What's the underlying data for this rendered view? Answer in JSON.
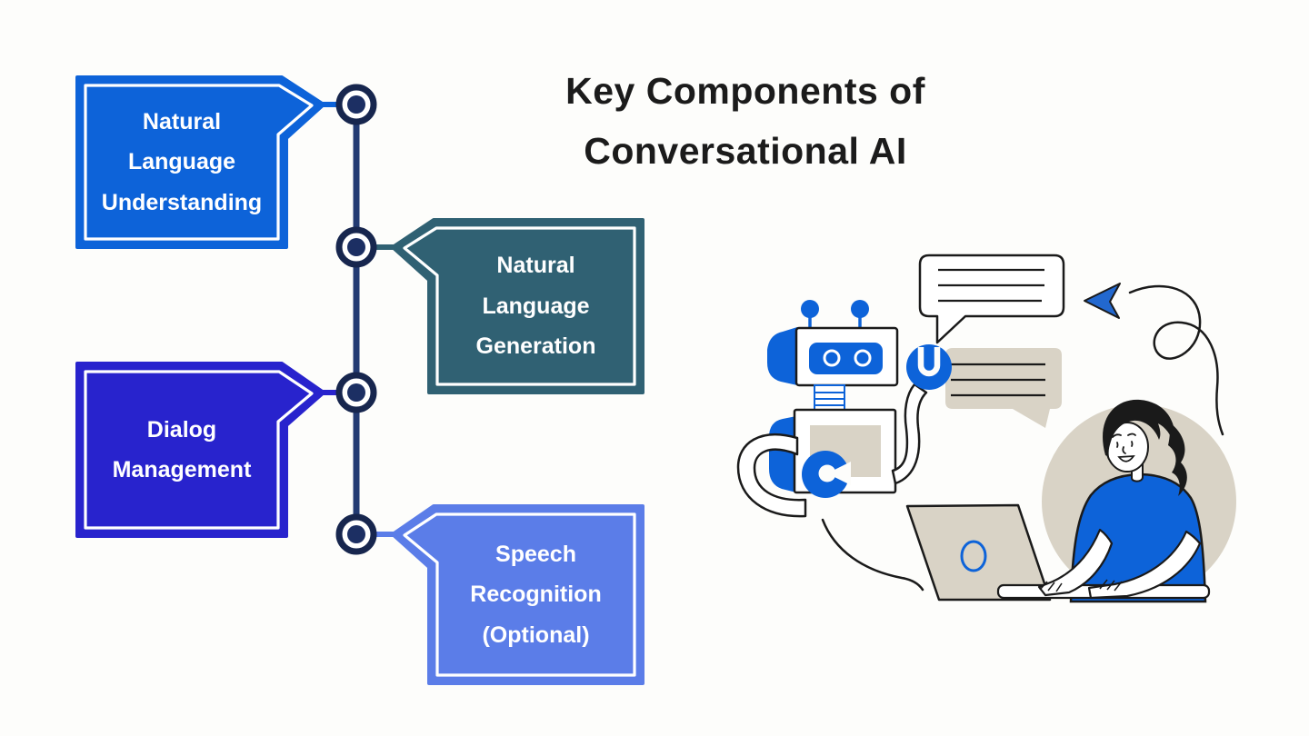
{
  "title": {
    "line1": "Key Components of",
    "line2": "Conversational AI"
  },
  "components": [
    {
      "label": "Natural Language Understanding",
      "color": "#0d63d9",
      "side": "left"
    },
    {
      "label": "Natural Language Generation",
      "color": "#306173",
      "side": "right"
    },
    {
      "label": "Dialog Management",
      "color": "#2823cd",
      "side": "left"
    },
    {
      "label": "Speech Recognition (Optional)",
      "color": "#5b7de8",
      "side": "right"
    }
  ],
  "timeline": {
    "node_count": 4,
    "line_color": "#223a72",
    "node_ring_color": "#17264e",
    "node_dot_color": "#1c2f63"
  },
  "illustration": {
    "elements": [
      "robot",
      "chat-bubble-outlined",
      "chat-bubble-filled",
      "cursor-arrow",
      "swirl-line",
      "woman-at-laptop",
      "laptop"
    ],
    "accent_blue": "#0d63d9",
    "beige": "#d9d3c6",
    "outline": "#1a1a1a"
  },
  "background": "#fdfdfb"
}
